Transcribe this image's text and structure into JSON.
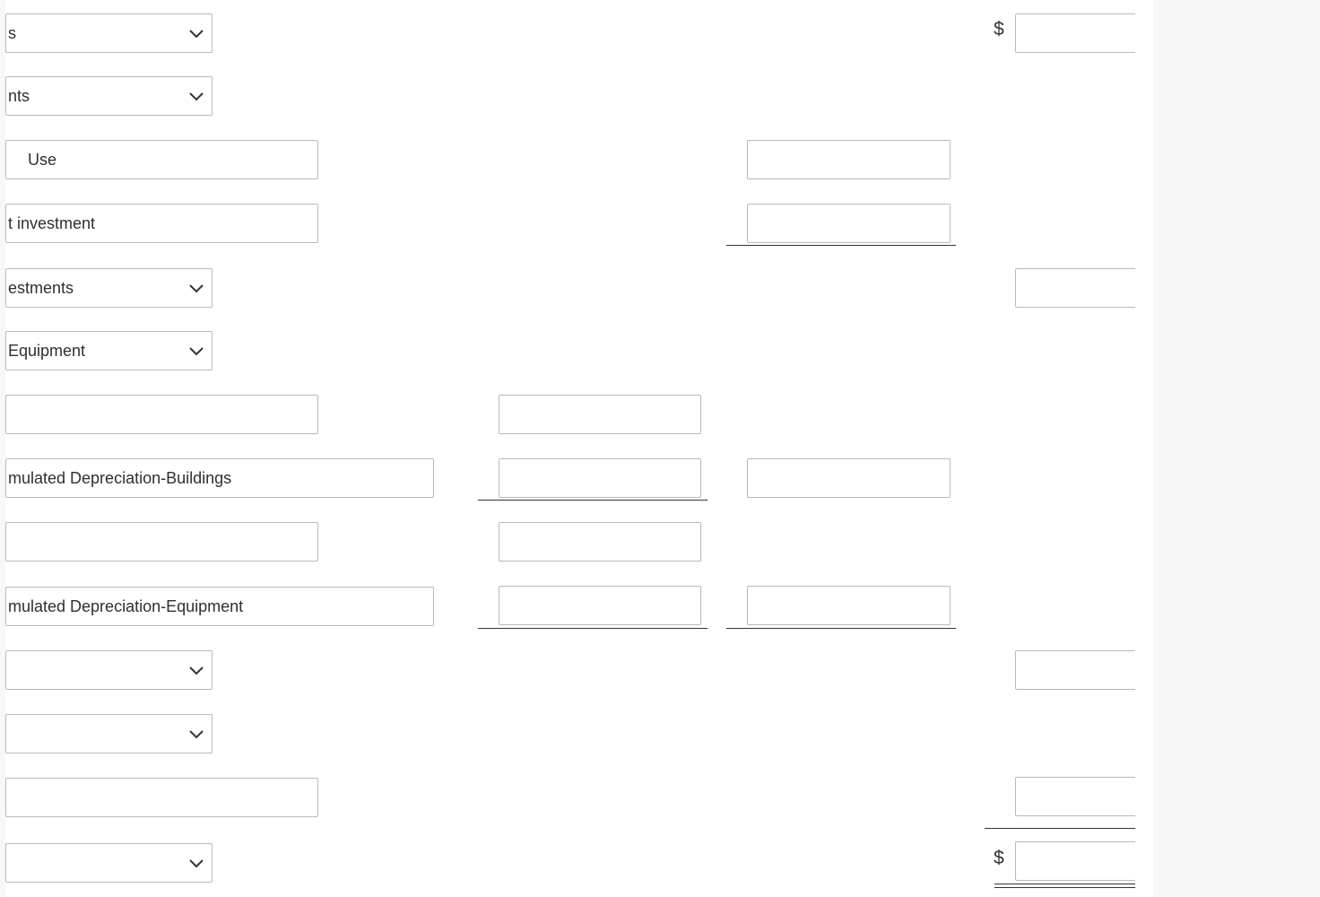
{
  "rows": [
    {
      "type": "select",
      "label": "s"
    },
    {
      "type": "select",
      "label": "nts"
    },
    {
      "type": "text",
      "label": "Use"
    },
    {
      "type": "text",
      "label": "t investment"
    },
    {
      "type": "select",
      "label": "estments"
    },
    {
      "type": "select",
      "label": "Equipment"
    },
    {
      "type": "text",
      "label": ""
    },
    {
      "type": "text",
      "label": "mulated Depreciation-Buildings"
    },
    {
      "type": "text",
      "label": ""
    },
    {
      "type": "text",
      "label": "mulated Depreciation-Equipment"
    },
    {
      "type": "select",
      "label": ""
    },
    {
      "type": "select",
      "label": ""
    },
    {
      "type": "text",
      "label": ""
    },
    {
      "type": "select",
      "label": ""
    }
  ],
  "currency_symbol": "$",
  "colors": {
    "border": "#b9b9b9",
    "rule": "#333333",
    "background": "#ffffff"
  },
  "icons": {
    "dropdown": "chevron-down-icon"
  }
}
